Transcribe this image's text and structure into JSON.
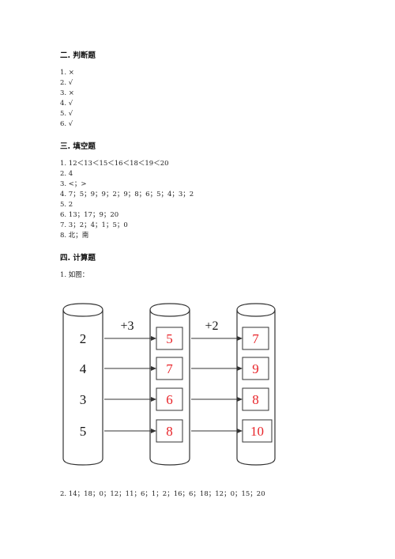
{
  "section2": {
    "title": "二. 判断题",
    "lines": [
      "1. ×",
      "2. √",
      "3. ×",
      "4. √",
      "5. √",
      "6. √"
    ]
  },
  "section3": {
    "title": "三. 填空题",
    "lines": [
      "1. 12＜13＜15＜16＜18＜19＜20",
      "2. 4",
      "3. <；>",
      "4. 7；5；9；9；2；9；8；6；5；4；3；2",
      "5. 2",
      "6. 13；17；9；20",
      "7. 3；2；4；1；5；0",
      "8. 北；南"
    ]
  },
  "section4": {
    "title": "四. 计算题",
    "q1_label": "1. 如图：",
    "q2_line": "2. 14；18；0；12；11；6；1；2；16；6；18；12；0；15；20"
  },
  "diagram": {
    "op1": "+3",
    "op2": "+2",
    "inputs": [
      "2",
      "4",
      "3",
      "5"
    ],
    "middle": [
      "5",
      "7",
      "6",
      "8"
    ],
    "outputs": [
      "7",
      "9",
      "8",
      "10"
    ],
    "answer_color": "#e8252a"
  }
}
